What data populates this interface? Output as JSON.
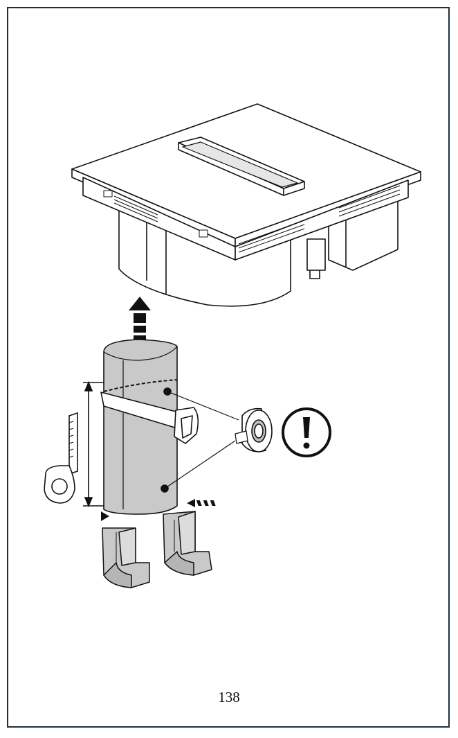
{
  "page": {
    "number": "138"
  },
  "illustration": {
    "icons": [
      "hob-extractor-unit",
      "arrow-up-icon",
      "duct-section",
      "saw-icon",
      "tape-measure-icon",
      "adhesive-tape-icon",
      "warning-exclamation-icon",
      "duct-elbow"
    ]
  },
  "colors": {
    "frame": "#1f2f3a",
    "duct_fill": "#c9c9c9",
    "line": "#111111"
  }
}
